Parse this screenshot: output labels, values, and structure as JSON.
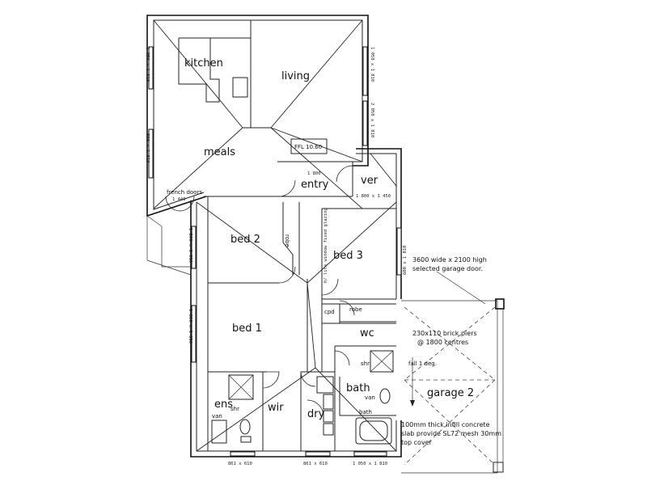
{
  "rooms": {
    "kitchen": "kitchen",
    "living": "living",
    "meals": "meals",
    "entry": "entry",
    "ver": "ver",
    "bed2": "bed 2",
    "bed3": "bed 3",
    "bed1": "bed 1",
    "garage2": "garage 2",
    "bath": "bath",
    "wc": "wc",
    "ens": "ens",
    "wir": "wir",
    "dry": "dry"
  },
  "labels": {
    "fl": "FFL 10.60",
    "robe_bed2": "robe",
    "robe_bed3": "robe",
    "cpd": "cpd",
    "shr_ens": "shr",
    "shr_bath": "shr",
    "van_ens": "van",
    "van_bath": "van",
    "bath_tub": "bath",
    "french_doors": "french doors",
    "french_doors_size": "1 440",
    "entry_width": "1 800",
    "ver_size": "1 800 x 1 450",
    "fall": "fall 1 deg.",
    "bed3_glazing": "h/ lite window fixed glazing"
  },
  "notes": {
    "garage_door_l1": "3600 wide x 2100 high",
    "garage_door_l2": "selected garage door.",
    "piers_l1": "230x110 brick piers",
    "piers_l2": "@ 1800 centres",
    "slab_l1": "100mm thick infill concrete",
    "slab_l2": "slab provide SL72 mesh 30mm",
    "slab_l3": "top cover"
  },
  "windows": {
    "w_kitchen": "1 050 x 1 810",
    "w_meals": "600 x 1 810",
    "w_living_top": "1 050 x 1 810",
    "w_living_bot": "2 050 x 1 810",
    "w_bed2": "1 200 x 1 810",
    "w_bed1": "1 800 x 1 810",
    "w_bed3": "600 x 1 810",
    "w_ens": "861 x 610",
    "w_dry": "861 x 610",
    "w_bath": "1 050 x 1 810"
  }
}
